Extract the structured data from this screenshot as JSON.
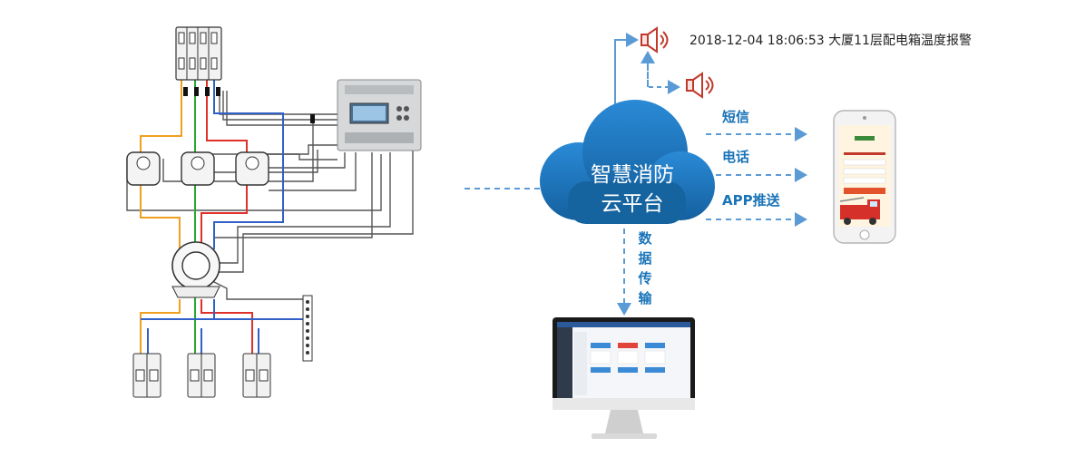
{
  "alarm": {
    "message": "2018-12-04  18:06:53  大厦11层配电箱温度报警",
    "icon": "alarm-speaker-icon",
    "color": "#c0392b"
  },
  "cloud": {
    "line1": "智慧消防",
    "line2": "云平台",
    "color": "#1f77c4"
  },
  "channels": {
    "sms": "短信",
    "phone": "电话",
    "app": "APP推送"
  },
  "transmission": {
    "chars": [
      "数",
      "据",
      "传",
      "输"
    ]
  },
  "colors": {
    "accent": "#1a74b8",
    "arrow": "#5b9bd5",
    "wire_orange": "#f0a020",
    "wire_green": "#2aa830",
    "wire_red": "#e0302a",
    "wire_blue": "#3060c8",
    "wire_gray": "#555555"
  },
  "icons": {
    "phone": "smartphone-icon",
    "monitor": "desktop-monitor-icon",
    "module": "monitoring-module-icon",
    "ct": "current-transformer-icon",
    "breaker": "circuit-breaker-icon",
    "fire_truck": "fire-truck-icon"
  }
}
